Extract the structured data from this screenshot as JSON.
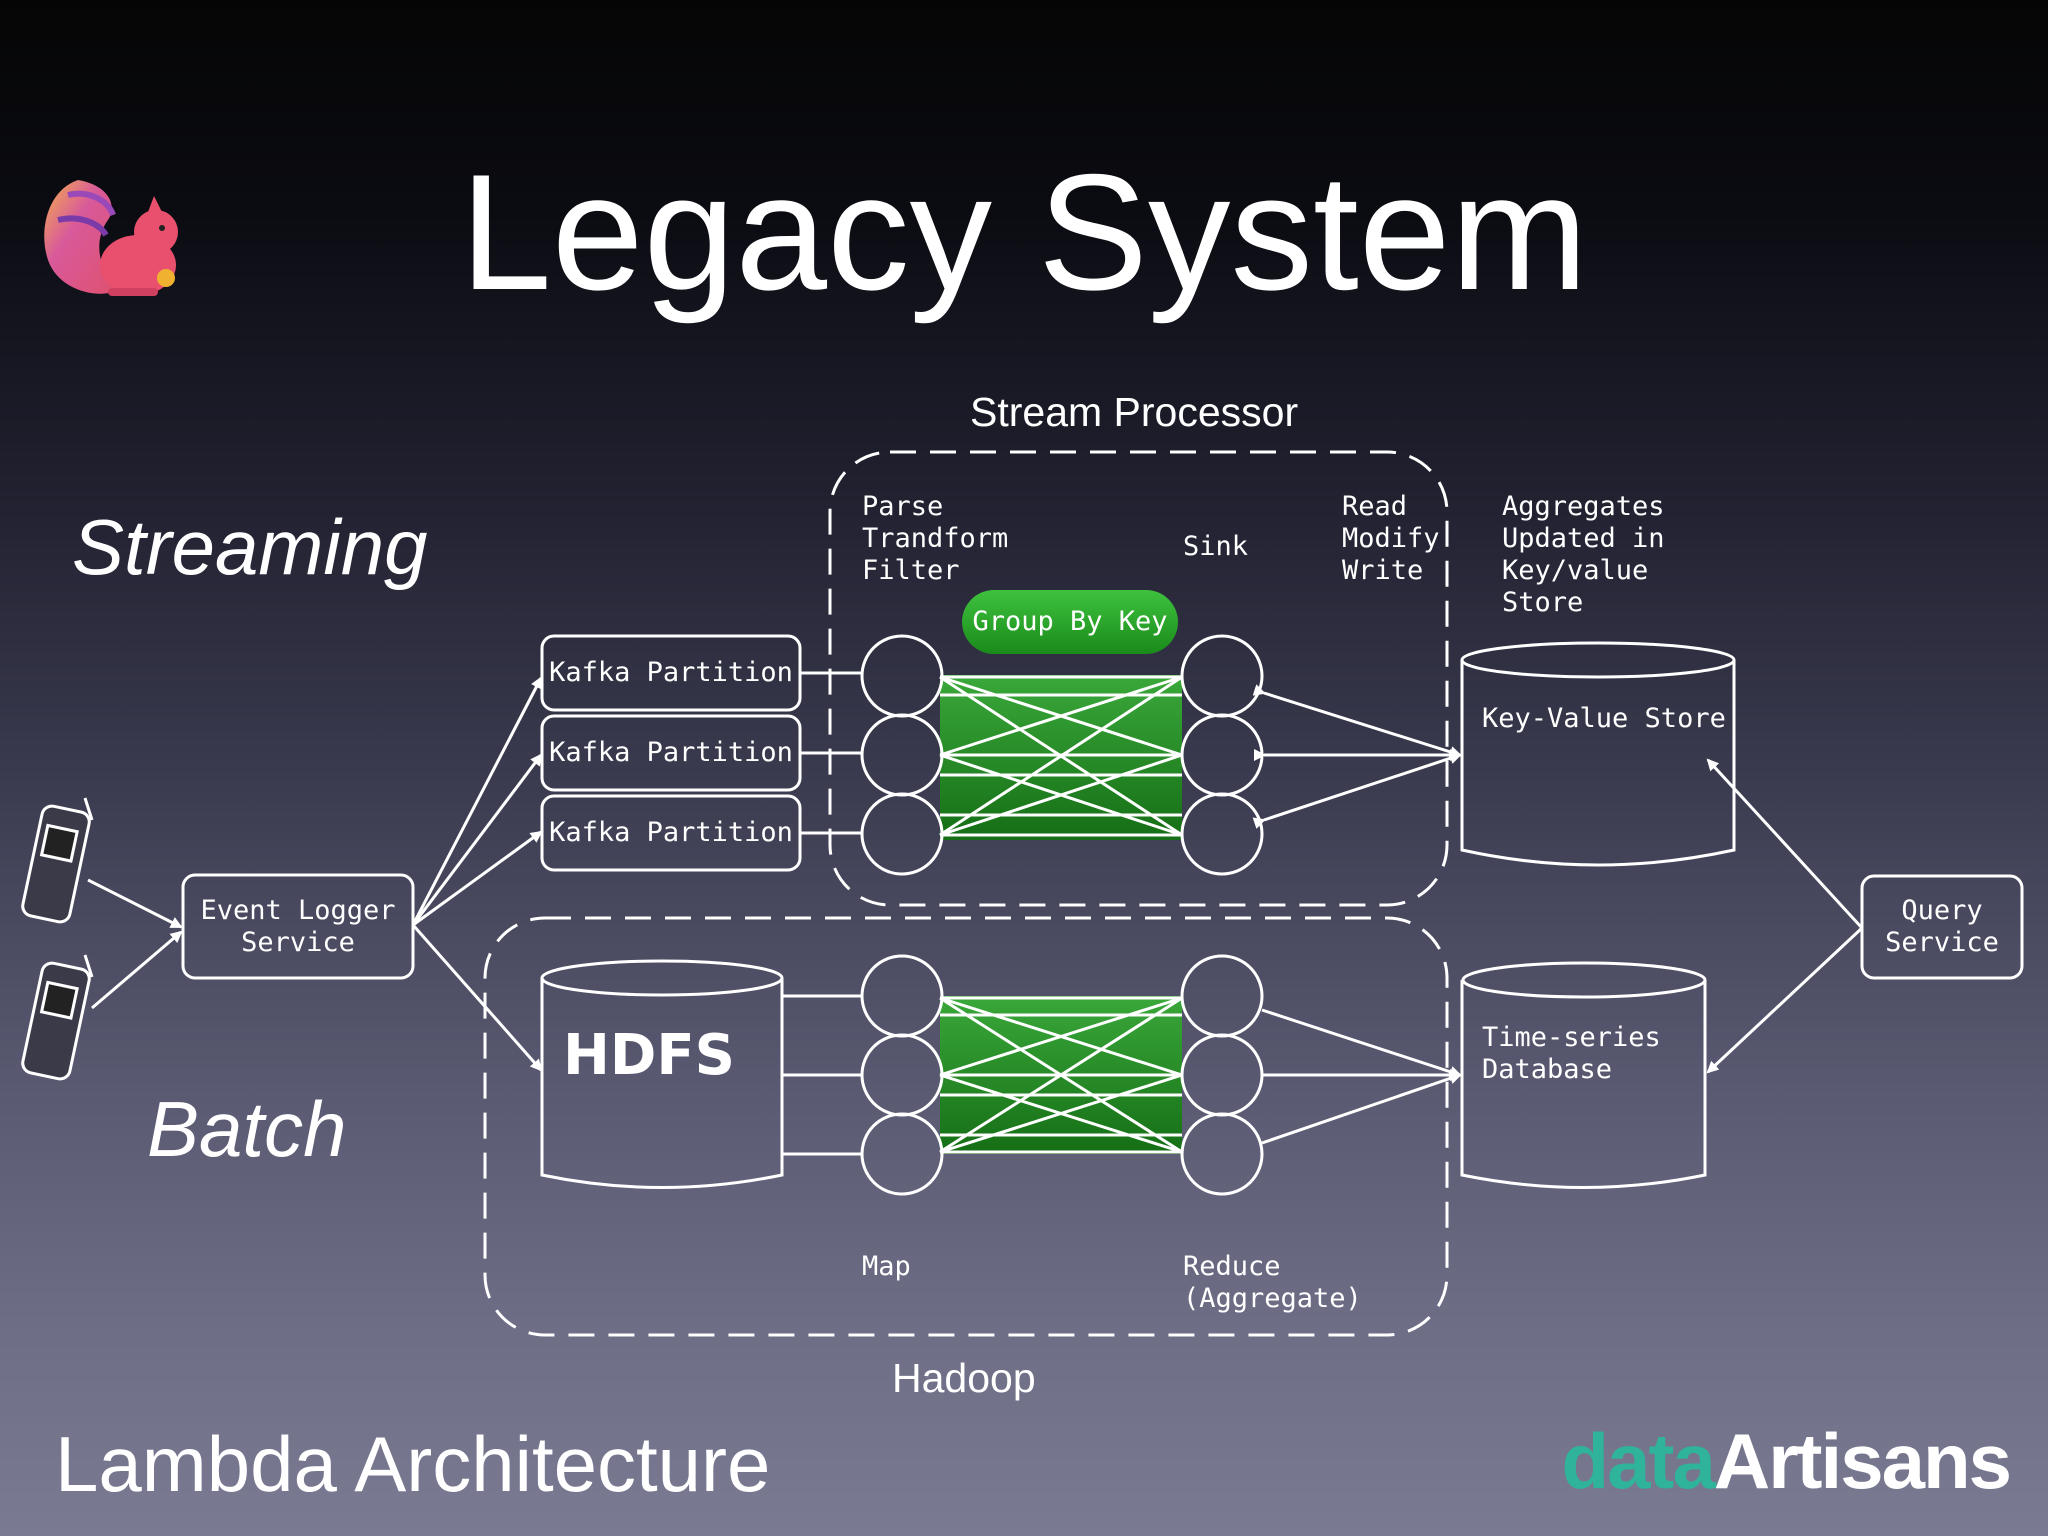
{
  "slide": {
    "title": "Legacy System",
    "footer": "Lambda Architecture"
  },
  "labels": {
    "streaming": "Streaming",
    "batch": "Batch",
    "stream_processor": "Stream Processor",
    "hadoop": "Hadoop"
  },
  "diagram": {
    "event_logger": [
      "Event Logger",
      "Service"
    ],
    "kafka": [
      "Kafka Partition",
      "Kafka Partition",
      "Kafka Partition"
    ],
    "parse_stage": [
      "Parse",
      "Trandform",
      "Filter"
    ],
    "sink": "Sink",
    "read_stage": [
      "Read",
      "Modify",
      "Write"
    ],
    "aggregates_note": [
      "Aggregates",
      "Updated in",
      "Key/value",
      "Store"
    ],
    "group_by_key": "Group By Key",
    "kv_store": "Key-Value Store",
    "hdfs": "HDFS",
    "tsdb": [
      "Time-series",
      "Database"
    ],
    "query_service": [
      "Query",
      "Service"
    ],
    "map": "Map",
    "reduce": [
      "Reduce",
      "(Aggregate)"
    ]
  },
  "logo": {
    "part1": "data",
    "part2": "Artisans"
  },
  "colors": {
    "accent_green": "#2a9e2a",
    "logo_teal": "#2fb39a"
  }
}
